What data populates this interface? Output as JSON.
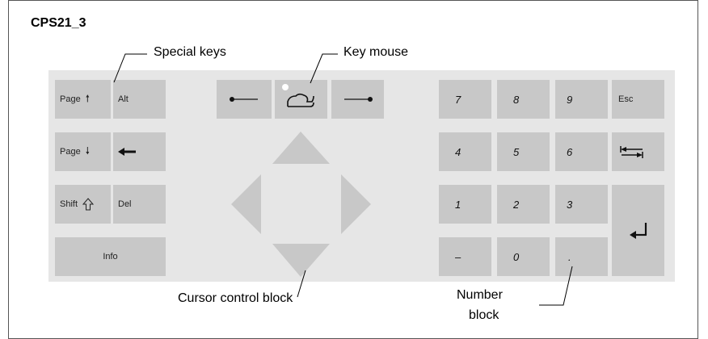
{
  "title": "CPS21_3",
  "callouts": {
    "special_keys": "Special keys",
    "key_mouse": "Key mouse",
    "cursor_control_block": "Cursor control block",
    "number_block_line1": "Number",
    "number_block_line2": "block"
  },
  "special_keys": {
    "page_up": "Page",
    "alt": "Alt",
    "page_down": "Page",
    "shift": "Shift",
    "del": "Del",
    "info": "Info"
  },
  "number_keys": {
    "k7": "7",
    "k8": "8",
    "k9": "9",
    "esc": "Esc",
    "k4": "4",
    "k5": "5",
    "k6": "6",
    "k1": "1",
    "k2": "2",
    "k3": "3",
    "minus": "–",
    "k0": "0",
    "dot": "."
  },
  "colors": {
    "panel": "#e6e6e6",
    "key": "#c8c8c8",
    "triangle": "#c8c8c8",
    "border": "#555555"
  }
}
